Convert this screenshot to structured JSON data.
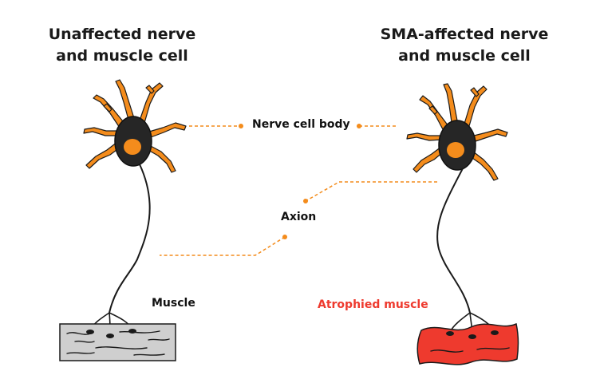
{
  "titles": {
    "left": [
      "Unaffected nerve",
      "and muscle cell"
    ],
    "right": [
      "SMA-affected nerve",
      "and muscle cell"
    ]
  },
  "labels": {
    "nerve_cell_body": "Nerve cell body",
    "axon": "Axion",
    "muscle": "Muscle",
    "atrophied_muscle": "Atrophied muscle"
  },
  "colors": {
    "dendrite": "#f48c1c",
    "nucleus": "#f48c1c",
    "cell_body": "#262626",
    "outline": "#1a1a1a",
    "leader_line": "#f48c1c",
    "healthy_muscle": "#cfcfcf",
    "atrophied_muscle": "#ee3a2e",
    "atrophied_label": "#ee3a2e"
  }
}
